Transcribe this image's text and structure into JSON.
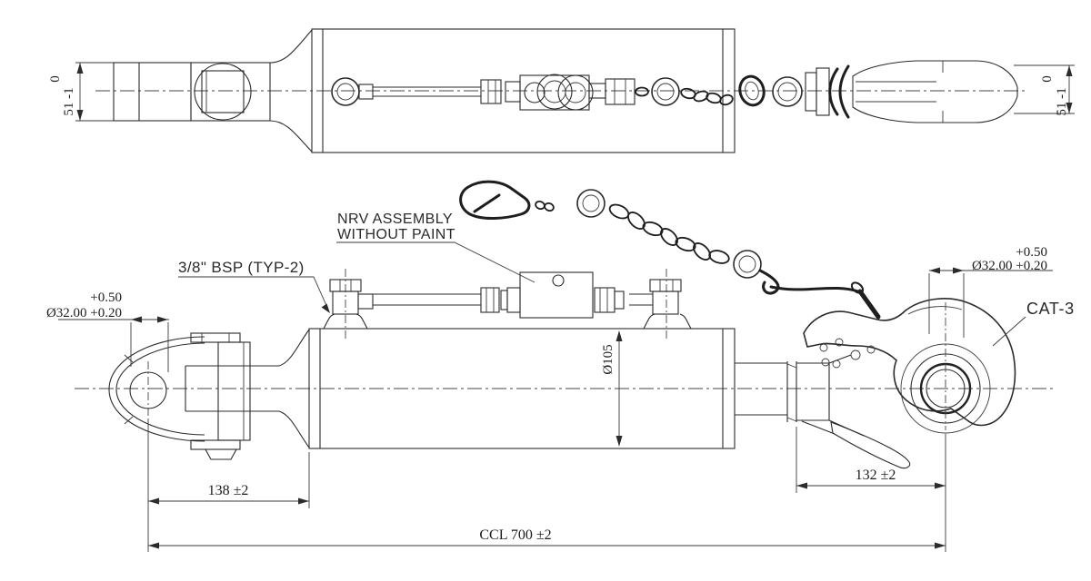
{
  "drawing": {
    "top_view": {
      "left_dim": {
        "tol_upper": "0",
        "value": "51 -1"
      },
      "right_dim": {
        "tol_upper": "0",
        "value": "51 -1"
      }
    },
    "main_view": {
      "eye_dia": {
        "tol_upper": "+0.50",
        "value": "Ø32.00 +0.20"
      },
      "hook_dia": {
        "tol_upper": "+0.50",
        "value": "Ø32.00 +0.20"
      },
      "barrel_dia": "Ø105",
      "dim_eye_to_barrel": "138 ±2",
      "dim_hook": "132 ±2",
      "dim_overall": "CCL 700 ±2",
      "labels": {
        "nrv_line1": "NRV ASSEMBLY",
        "nrv_line2": "WITHOUT PAINT",
        "port": "3/8\" BSP (TYP-2)",
        "hook_cat": "CAT-3"
      }
    }
  }
}
